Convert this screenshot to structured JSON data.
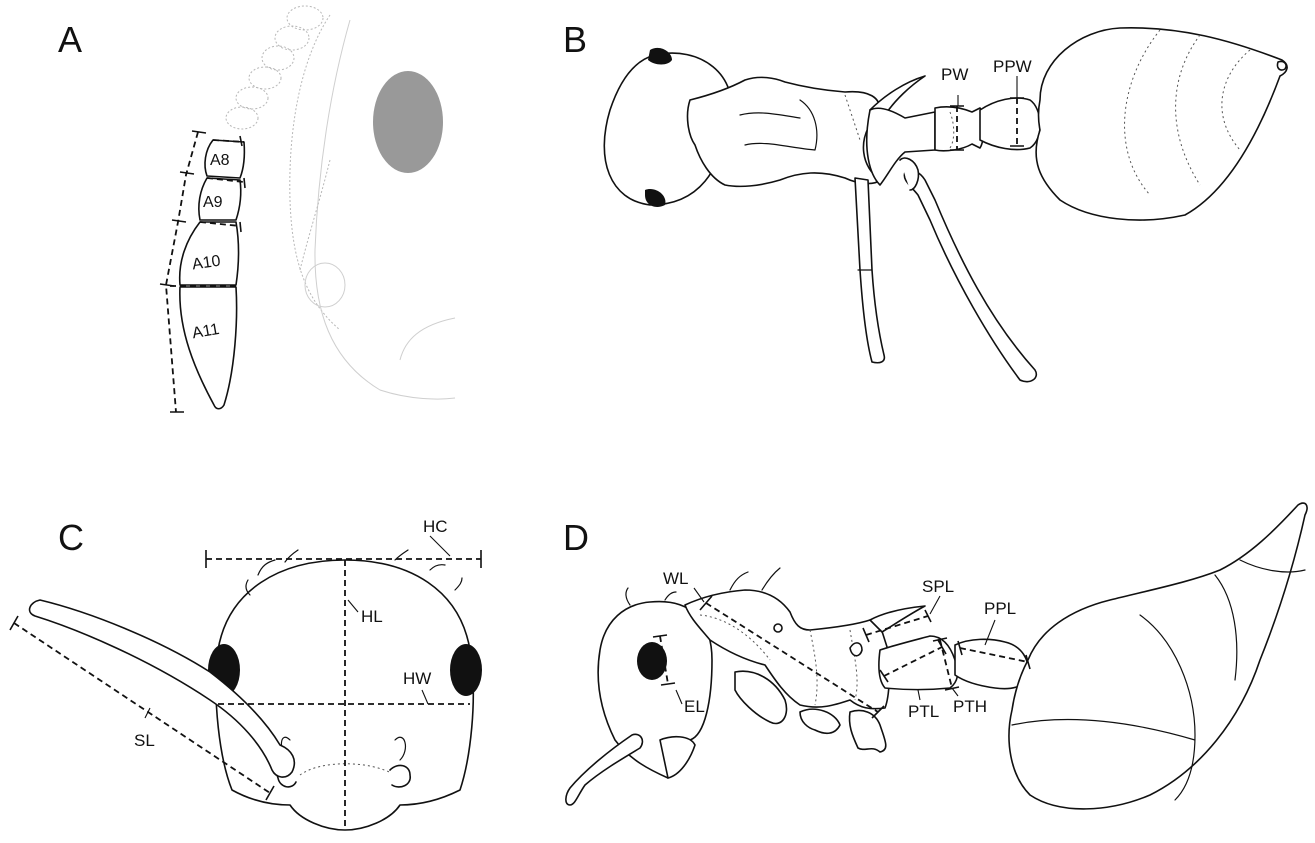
{
  "panels": {
    "a": {
      "letter": "A",
      "segments": [
        "A8",
        "A9",
        "A10",
        "A11"
      ]
    },
    "b": {
      "letter": "B",
      "measures": [
        "PW",
        "PPW"
      ]
    },
    "c": {
      "letter": "C",
      "measures": [
        "HC",
        "HL",
        "HW",
        "SL"
      ]
    },
    "d": {
      "letter": "D",
      "measures": [
        "WL",
        "SPL",
        "PPL",
        "EL",
        "PTL",
        "PTH"
      ]
    }
  },
  "colors": {
    "ink": "#111111",
    "eye_fill_a": "#999999",
    "eye_fill": "#111111"
  }
}
